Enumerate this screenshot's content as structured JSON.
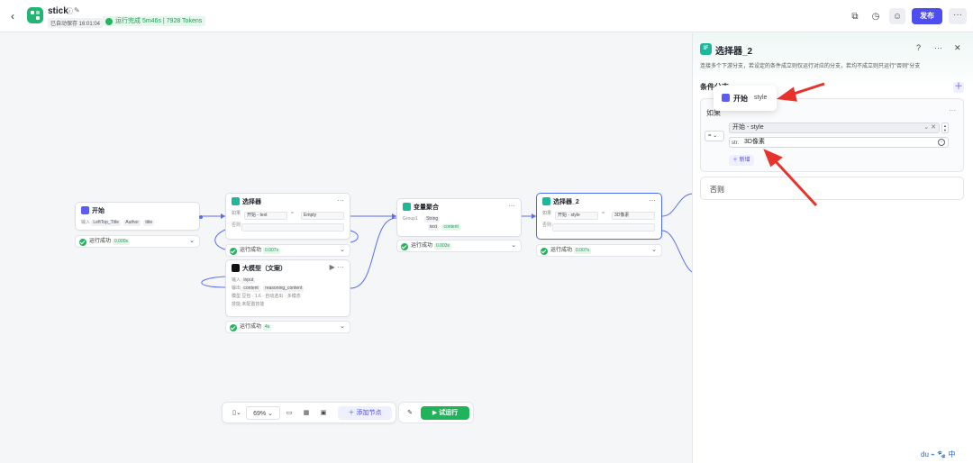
{
  "header": {
    "app_name": "stick",
    "autosave": "已自动保存 16:01:04",
    "run_status": "运行完成 5m46s | 7928 Tokens",
    "publish_label": "发布",
    "more_label": "···",
    "colors": {
      "brand": "#22b573",
      "accent": "#4e4df0"
    }
  },
  "nodes": {
    "start": {
      "title": "开始",
      "input_label": "输入",
      "inputs": [
        "LeftTop_Title",
        "Author",
        "title"
      ],
      "status": "运行成功",
      "time": "0.000s"
    },
    "selector1": {
      "title": "选择器",
      "if_label": "如果",
      "var": "开始 - text",
      "op": "=",
      "value": "Empty",
      "else_label": "否则",
      "status": "运行成功",
      "time": "0.007s"
    },
    "llm": {
      "title": "大模型（文案）",
      "input_label": "输入",
      "input_var": "input",
      "output_label": "输出",
      "outputs": [
        "content",
        "reasoning_content"
      ],
      "model_label": "模型",
      "model": "豆包 · 1.6 · 自动选出 · 多模态",
      "skill_label": "技能",
      "skill": "未配置技能",
      "status": "运行成功",
      "time": "4s"
    },
    "aggregate": {
      "title": "变量聚合",
      "group_label": "Group1",
      "type": "String",
      "vars": [
        "text",
        "content"
      ],
      "status": "运行成功",
      "time": "0.003s"
    },
    "selector2": {
      "title": "选择器_2",
      "if_label": "如果",
      "var": "开始 - style",
      "op": "=",
      "value": "3D像素",
      "else_label": "否则",
      "status": "运行成功",
      "time": "0.007s"
    }
  },
  "toolbar": {
    "zoom": "69%",
    "add_node_label": "添加节点",
    "test_run_label": "试运行"
  },
  "panel": {
    "icon_text": "IF",
    "title": "选择器_2",
    "description": "连接多个下游分支，若设定的条件成立则仅运行对应的分支，若均不成立则只运行\"否则\"分支",
    "section_title": "条件分支",
    "if_label": "如果",
    "operator": "=",
    "left_value": "开始 - style",
    "right_type": "str.",
    "right_value": "3D像素",
    "add_condition_label": "新增",
    "else_label": "否则"
  },
  "tooltip": {
    "title": "开始",
    "variable": "style"
  }
}
